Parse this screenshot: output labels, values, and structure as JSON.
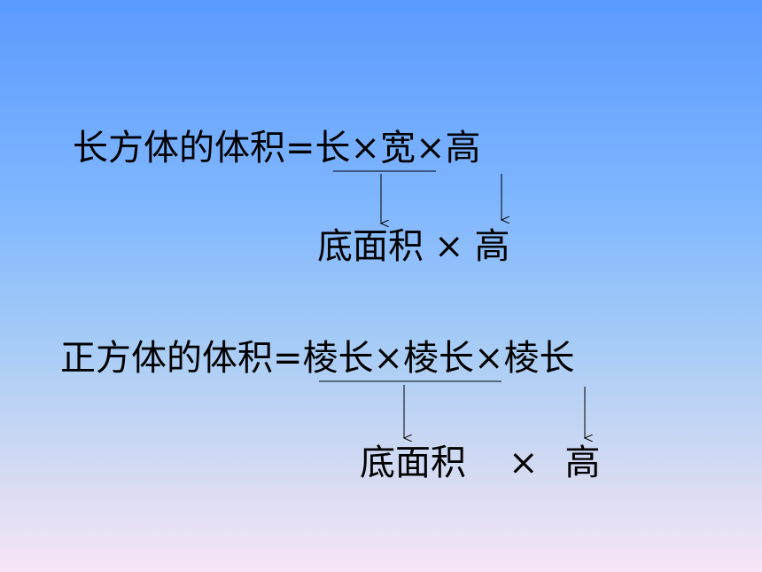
{
  "slide": {
    "cuboid": {
      "lhs": "长方体的体积",
      "eq": "=",
      "f1": "长",
      "op1": "×",
      "f2": "宽",
      "op2": "×",
      "f3": "高",
      "derived_left": "底面积",
      "derived_op": "×",
      "derived_right": "高"
    },
    "cube": {
      "lhs": "正方体的体积",
      "eq": "=",
      "f1": "棱长",
      "op1": "×",
      "f2": "棱长",
      "op2": "×",
      "f3": "棱长",
      "derived_left": "底面积",
      "derived_op": "×",
      "derived_right": "高"
    }
  }
}
